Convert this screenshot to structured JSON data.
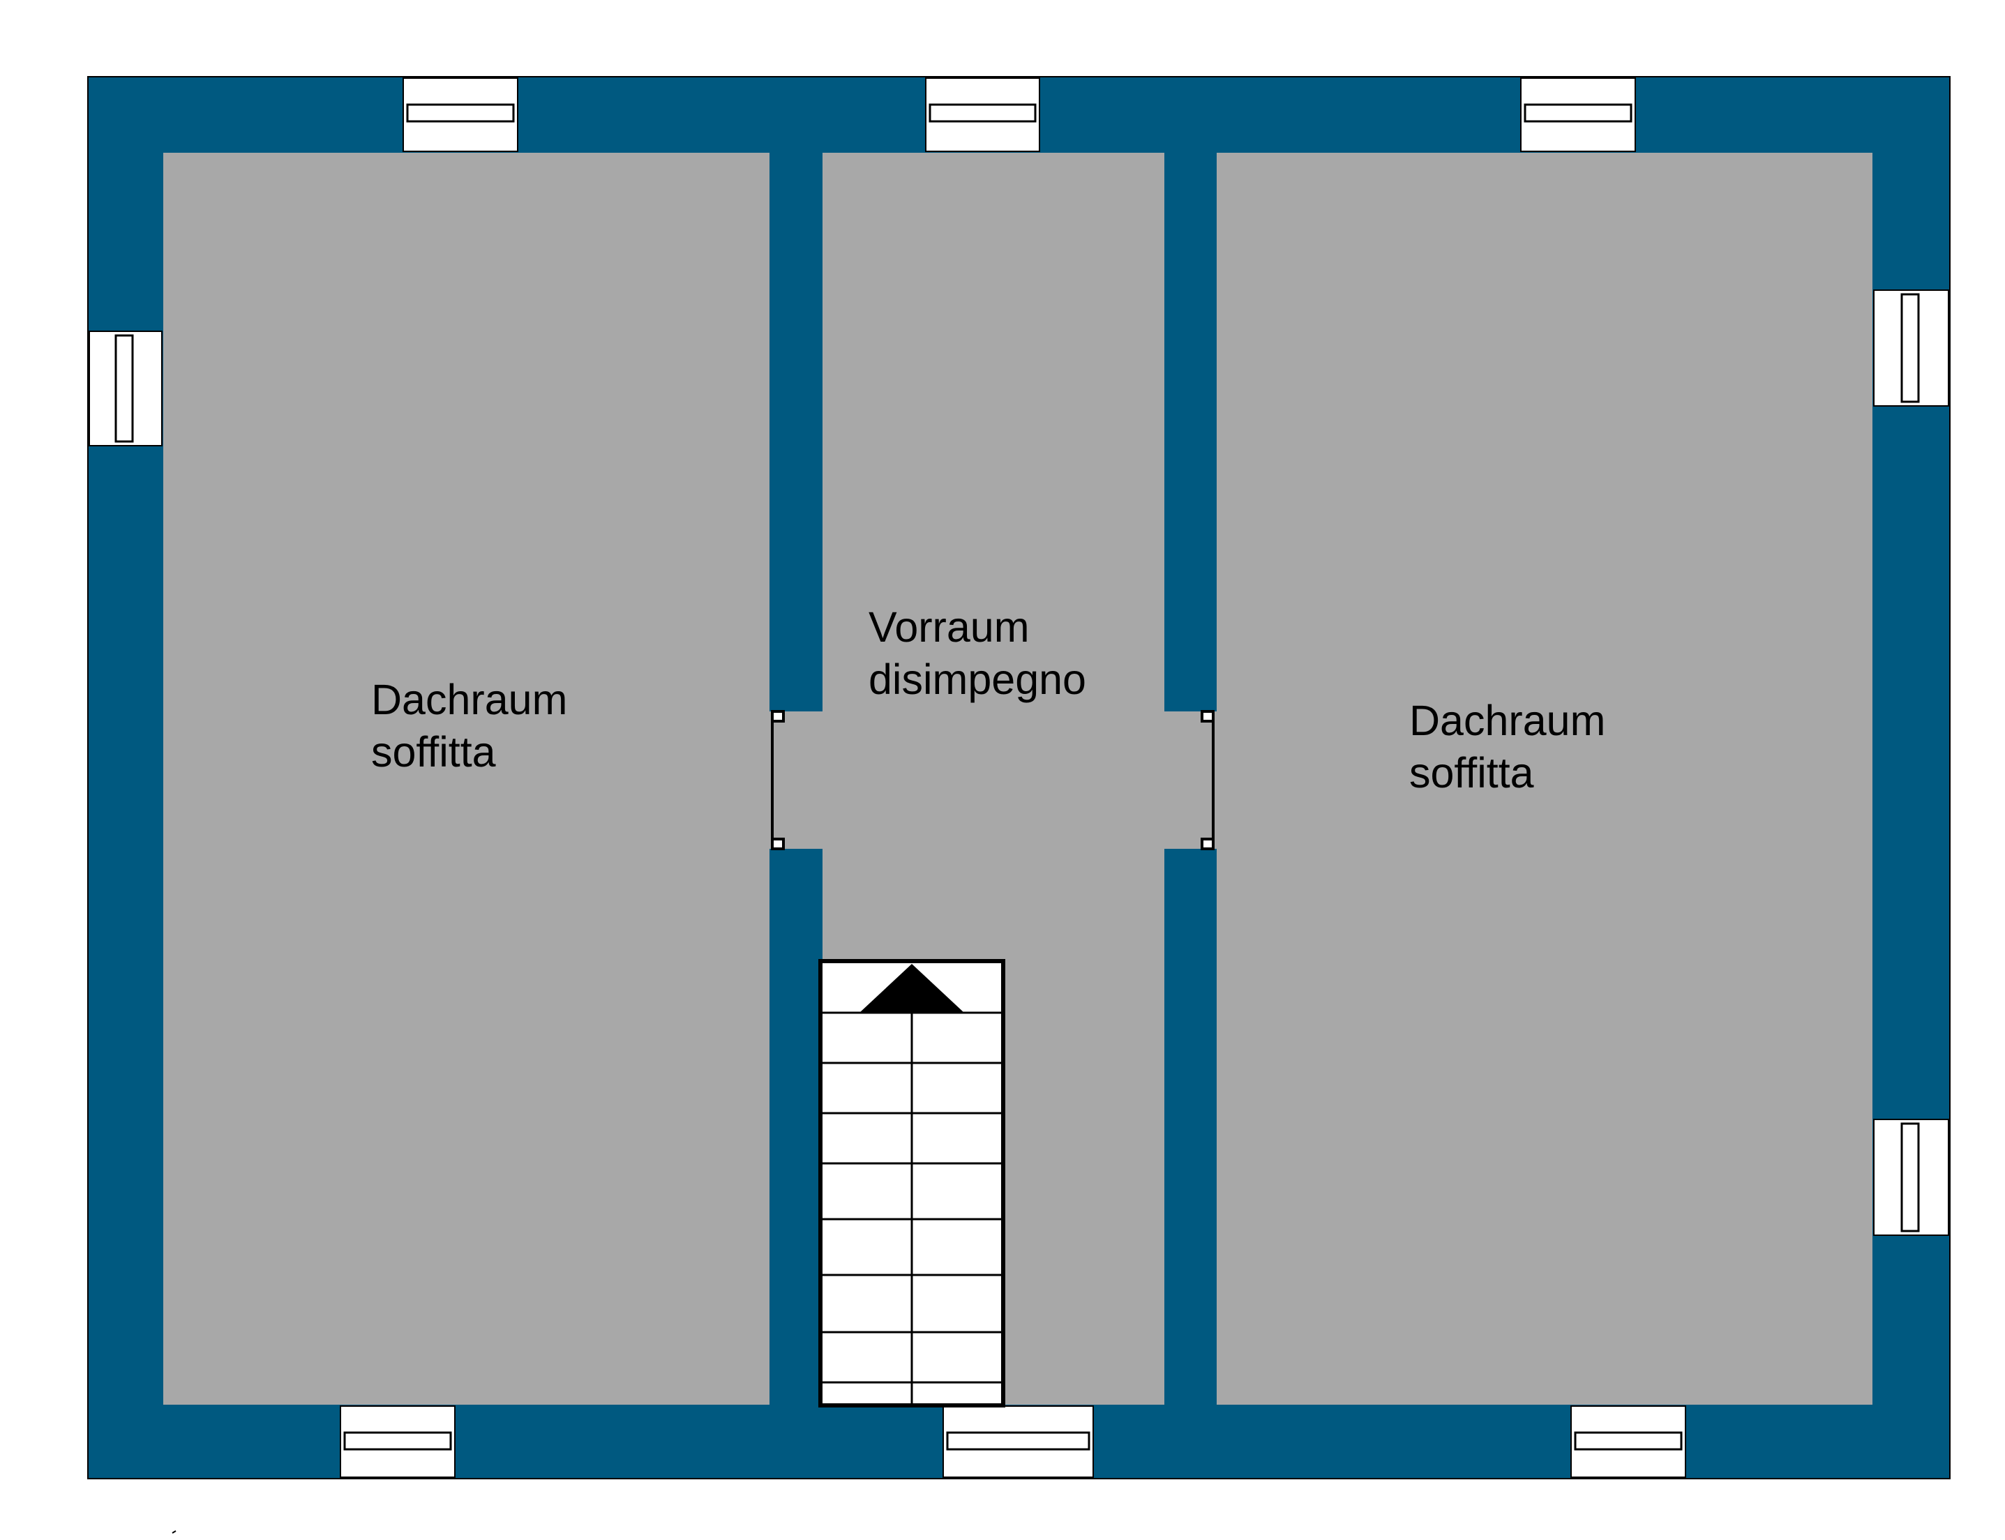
{
  "rooms": {
    "left": {
      "name_de": "Dachraum",
      "name_it": "soffitta"
    },
    "center": {
      "name_de": "Vorraum",
      "name_it": "disimpegno"
    },
    "right": {
      "name_de": "Dachraum",
      "name_it": "soffitta"
    }
  },
  "colors": {
    "wall": "#005980",
    "floor": "#a8a8a8",
    "opening": "#ffffff",
    "outline": "#000000"
  },
  "stair_direction": "up"
}
